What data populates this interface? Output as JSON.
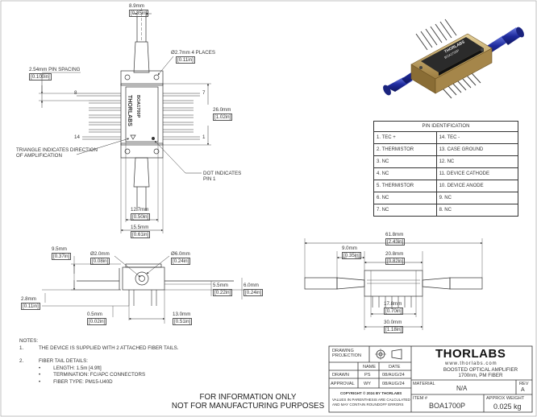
{
  "dims": {
    "top_width": {
      "mm": "8.9mm",
      "in": "[0.35in]"
    },
    "hole": {
      "mm": "Ø2.7mm 4 PLACES",
      "in": "[0.11in]"
    },
    "pin_spacing": {
      "mm": "2.54mm PIN SPACING",
      "in": "[0.100in]"
    },
    "body_height": {
      "mm": "26.0mm",
      "in": "[1.02in]"
    },
    "pin_width": {
      "mm": "12.7mm",
      "in": "[0.50in]"
    },
    "flange_width": {
      "mm": "15.5mm",
      "in": "[0.61in]"
    },
    "side_height": {
      "mm": "9.5mm",
      "in": "[0.37in]"
    },
    "side_dia": {
      "mm": "Ø2.0mm",
      "in": "[0.08in]"
    },
    "side_outer": {
      "mm": "Ø6.0mm",
      "in": "[0.24in]"
    },
    "side_55": {
      "mm": "5.5mm",
      "in": "[0.22in]"
    },
    "side_60": {
      "mm": "6.0mm",
      "in": "[0.24in]"
    },
    "side_28": {
      "mm": "2.8mm",
      "in": "[0.11in]"
    },
    "side_05": {
      "mm": "0.5mm",
      "in": "[0.02in]"
    },
    "side_13": {
      "mm": "13.0mm",
      "in": "[0.51in]"
    },
    "len_618": {
      "mm": "61.8mm",
      "in": "[2.43in]"
    },
    "len_90": {
      "mm": "9.0mm",
      "in": "[0.35in]"
    },
    "len_208": {
      "mm": "20.8mm",
      "in": "[0.82in]"
    },
    "len_178": {
      "mm": "17.8mm",
      "in": "[0.70in]"
    },
    "len_300": {
      "mm": "30.0mm",
      "in": "[1.18in]"
    }
  },
  "labels": {
    "pin_8": "8",
    "pin_7": "7",
    "pin_14": "14",
    "pin_1": "1",
    "chip_brand": "THORLABS",
    "chip_part": "BOA1700P",
    "triangle_note": [
      "TRIANGLE INDICATES DIRECTION",
      "OF AMPLIFICATION"
    ],
    "dot_note": [
      "DOT INDICATES",
      "PIN 1"
    ]
  },
  "pin_table": {
    "title": "PIN IDENTIFICATION",
    "rows": [
      [
        "1. TEC +",
        "14. TEC -"
      ],
      [
        "2. THERMISTOR",
        "13. CASE GROUND"
      ],
      [
        "3. NC",
        "12. NC"
      ],
      [
        "4. NC",
        "11. DEVICE CATHODE"
      ],
      [
        "5. THERMISTOR",
        "10. DEVICE ANODE"
      ],
      [
        "6. NC",
        "9. NC"
      ],
      [
        "7. NC",
        "8. NC"
      ]
    ]
  },
  "notes": {
    "heading": "NOTES:",
    "n1_num": "1.",
    "n1": "THE DEVICE IS SUPPLIED WITH 2 ATTACHED FIBER TAILS.",
    "n2_num": "2.",
    "n2": "FIBER TAIL DETAILS:",
    "bullets": [
      "LENGTH: 1.5m [4.9ft]",
      "TERMINATION: FC/APC CONNECTORS",
      "FIBER TYPE: PM15-U40D"
    ]
  },
  "footer": {
    "line1": "FOR INFORMATION ONLY",
    "line2": "NOT FOR MANUFACTURING PURPOSES"
  },
  "title_block": {
    "drawing_projection": [
      "DRAWING",
      "PROJECTION"
    ],
    "name_h": "NAME",
    "date_h": "DATE",
    "drawn_l": "DRAWN",
    "drawn_n": "PS",
    "drawn_d": "08/AUG/24",
    "appr_l": "APPROVAL",
    "appr_n": "WY",
    "appr_d": "08/AUG/24",
    "copyright": "COPYRIGHT © 2024 BY THORLABS",
    "values_note": [
      "VALUES IN PARENTHESIS ARE CALCULATED",
      "AND MAY CONTAIN ROUNDOFF ERRORS"
    ],
    "logo": "THORLABS",
    "website": "www.thorlabs.com",
    "desc": [
      "BOOSTED OPTICAL AMPLIFIER",
      "1700nm, PM FIBER"
    ],
    "material_l": "MATERIAL",
    "material_v": "N/A",
    "rev_l": "REV",
    "rev_v": "A",
    "item_l": "ITEM #",
    "item_v": "BOA1700P",
    "weight_l": "APPROX WEIGHT",
    "weight_v": "0.025 kg"
  },
  "colors": {
    "fiber_blue": "#2433a8",
    "body_gold": "#b8985a",
    "body_dark": "#3a3a3a"
  }
}
